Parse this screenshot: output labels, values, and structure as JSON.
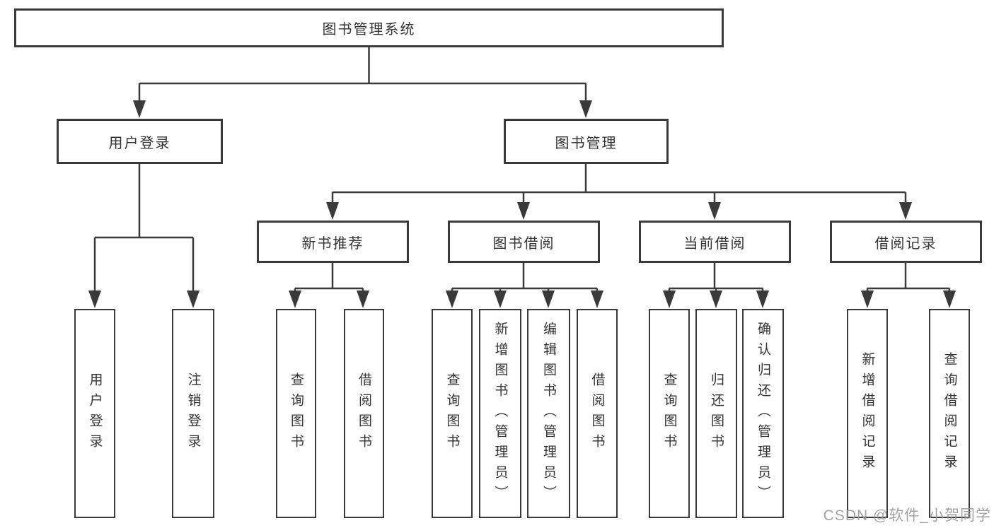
{
  "colors": {
    "line": "#3a3a3a",
    "text": "#333333",
    "background": "#ffffff",
    "watermark": "#9b9b9b"
  },
  "watermark": {
    "text": "CSDN @软件_小贺同学"
  },
  "tree": {
    "root": {
      "label": "图书管理系统",
      "children": [
        {
          "label": "用户登录",
          "children": [
            {
              "label": "用户登录"
            },
            {
              "label": "注销登录"
            }
          ]
        },
        {
          "label": "图书管理",
          "children": [
            {
              "label": "新书推荐",
              "children": [
                {
                  "label": "查询图书"
                },
                {
                  "label": "借阅图书"
                }
              ]
            },
            {
              "label": "图书借阅",
              "children": [
                {
                  "label": "查询图书"
                },
                {
                  "label": "新增图书（管理员）"
                },
                {
                  "label": "编辑图书（管理员）"
                },
                {
                  "label": "借阅图书"
                }
              ]
            },
            {
              "label": "当前借阅",
              "children": [
                {
                  "label": "查询图书"
                },
                {
                  "label": "归还图书"
                },
                {
                  "label": "确认归还（管理员）"
                }
              ]
            },
            {
              "label": "借阅记录",
              "children": [
                {
                  "label": "新增借阅记录"
                },
                {
                  "label": "查询借阅记录"
                }
              ]
            }
          ]
        }
      ]
    }
  }
}
